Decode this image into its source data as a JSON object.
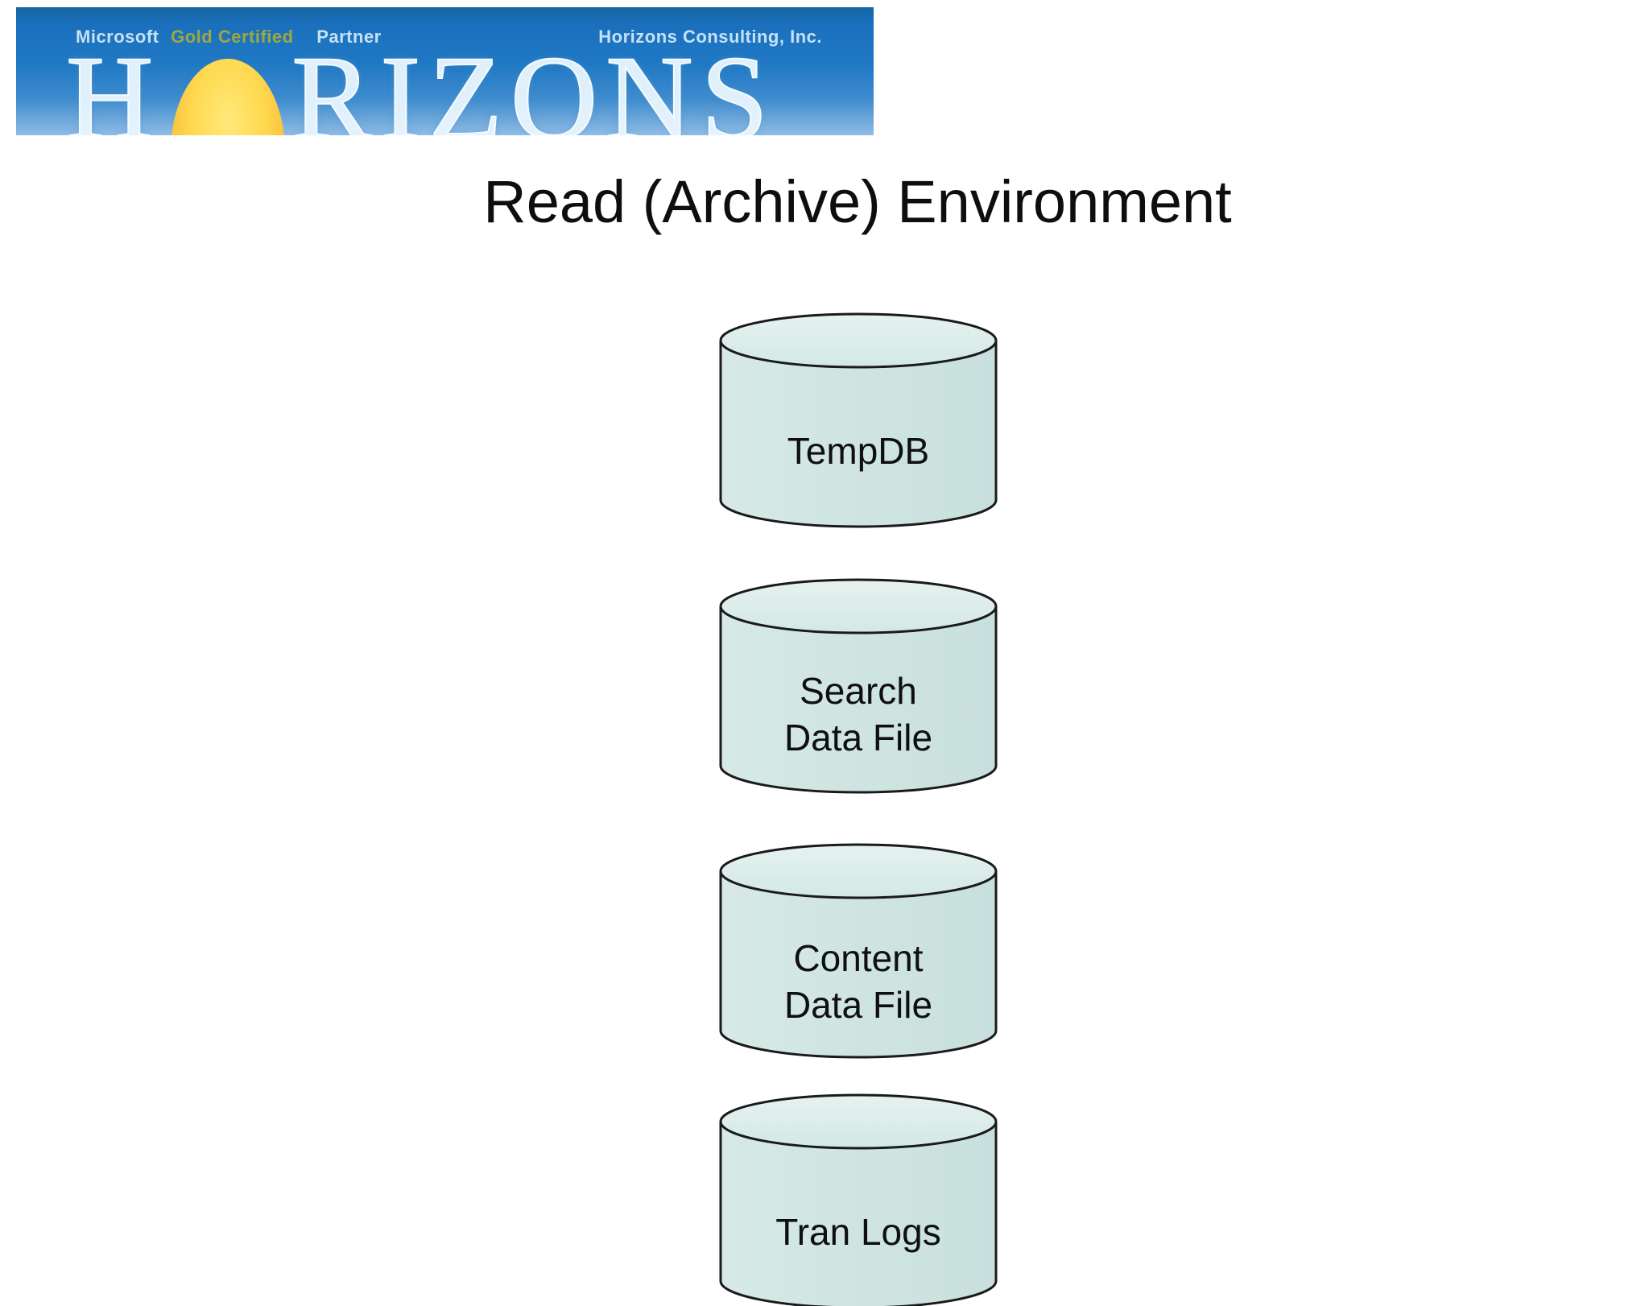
{
  "banner": {
    "partner_line": {
      "microsoft": "Microsoft",
      "gold_certified": "Gold Certified",
      "partner": "Partner"
    },
    "company": "Horizons Consulting, Inc.",
    "logo": {
      "first_letter": "H",
      "rest_letters": "RIZONS",
      "sun_icon": "sun-icon"
    },
    "colors": {
      "gradient_top": "#1a6fbc",
      "gradient_bottom": "#8fbce6",
      "gold_text": "#9ea83e",
      "light_text": "#c6e1f6",
      "sun_center": "#ffe87b",
      "sun_edge": "#f0a838"
    }
  },
  "title": "Read (Archive) Environment",
  "diagram": {
    "cylinders": [
      {
        "id": "tempdb",
        "label_lines": [
          "TempDB"
        ]
      },
      {
        "id": "search-data-file",
        "label_lines": [
          "Search",
          "Data File"
        ]
      },
      {
        "id": "content-data-file",
        "label_lines": [
          "Content",
          "Data File"
        ]
      },
      {
        "id": "tran-logs",
        "label_lines": [
          "Tran Logs"
        ]
      }
    ],
    "colors": {
      "body_fill": "#cde3e0",
      "top_fill": "#ddeeec",
      "stroke": "#1a1a1a"
    }
  }
}
